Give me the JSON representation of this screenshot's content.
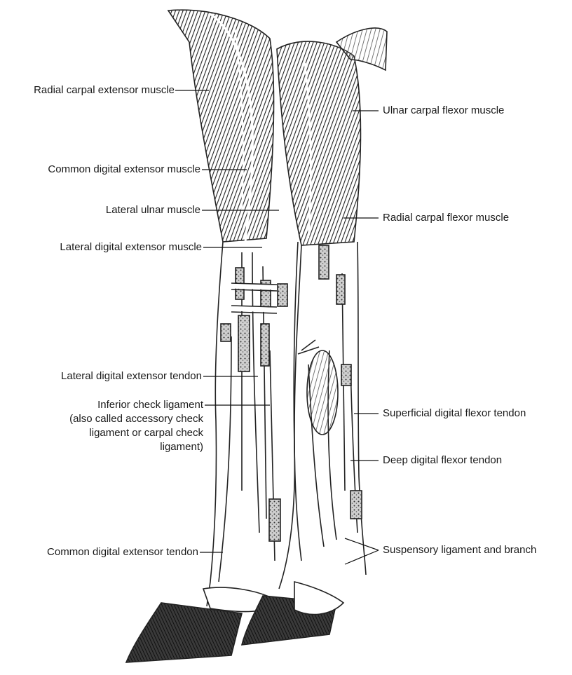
{
  "labels": {
    "radial_carpal_extensor_muscle": "Radial carpal extensor muscle",
    "common_digital_extensor_muscle": "Common digital extensor muscle",
    "lateral_ulnar_muscle": "Lateral ulnar muscle",
    "lateral_digital_extensor_muscle": "Lateral digital extensor muscle",
    "lateral_digital_extensor_tendon": "Lateral digital extensor tendon",
    "inferior_check_ligament": [
      "Inferior check ligament",
      "(also called accessory check",
      "ligament or carpal check",
      "ligament)"
    ],
    "common_digital_extensor_tendon": "Common digital extensor tendon",
    "ulnar_carpal_flexor_muscle": "Ulnar carpal flexor muscle",
    "radial_carpal_flexor_muscle": "Radial carpal flexor muscle",
    "superficial_digital_flexor_tendon": "Superficial digital flexor tendon",
    "deep_digital_flexor_tendon": "Deep digital flexor tendon",
    "suspensory_ligament_and_branch": "Suspensory ligament and branch"
  }
}
